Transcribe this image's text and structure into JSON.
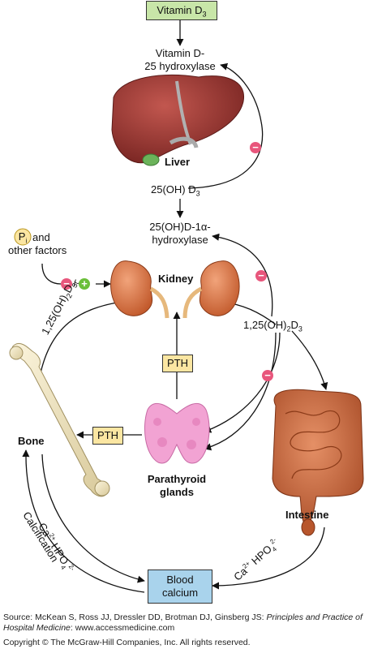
{
  "vitamin_d3_box": {
    "text": "Vitamin D",
    "sub": "3"
  },
  "enzyme_liver": {
    "line1": "Vitamin D-",
    "line2": "25 hydroxylase"
  },
  "organs": {
    "liver": "Liver",
    "kidney": "Kidney",
    "bone": "Bone",
    "parathyroid": {
      "line1": "Parathyroid",
      "line2": "glands"
    },
    "intestine": "Intestine"
  },
  "metabolite_25oh": {
    "text": "25(OH) D",
    "sub": "3"
  },
  "enzyme_kidney": {
    "line1": "25(OH)D-1α-",
    "line2": "hydroxylase"
  },
  "factors": {
    "pi_symbol": "P",
    "pi_sub": "i",
    "line1": "and",
    "line2": "other factors"
  },
  "regulation_signs": {
    "minus": "−",
    "plus": "+",
    "slash": "/"
  },
  "calcitriol_left": {
    "pre": "1,25(OH)",
    "sub1": "2",
    "mid": "D",
    "sub2": "3t"
  },
  "calcitriol_right": {
    "pre": "1,25(OH)",
    "sub1": "2",
    "mid": "D",
    "sub2": "3"
  },
  "pth": {
    "label": "PTH"
  },
  "blood_calcium": {
    "line1": "Blood",
    "line2": "calcium"
  },
  "ions": {
    "ca": "Ca",
    "ca_sup": "2+",
    "hpo": "HPO",
    "hpo_sub": "4",
    "hpo_sup": "2-"
  },
  "calcification": "Calcification",
  "source": {
    "prefix": "Source: McKean S, Ross JJ, Dressler DD, Brotman DJ, Ginsberg JS: ",
    "title": "Principles and Practice of Hospital Medicine",
    "suffix": ": www.accessmedicine.com"
  },
  "copyright": "Copyright © The McGraw-Hill Companies, Inc. All rights reserved.",
  "colors": {
    "vitamin_box": "#c8e6a8",
    "pth_box": "#fbe6a2",
    "blood_box": "#a9d3ec",
    "minus_circle": "#e8567c",
    "plus_circle": "#6bbf3a",
    "pi_circle": "#fbe6a2",
    "liver": "#9b3b36",
    "kidney": "#d9794a",
    "parathyroid": "#f2a3d3",
    "intestine": "#c8683e",
    "bone": "#efe3c0"
  }
}
